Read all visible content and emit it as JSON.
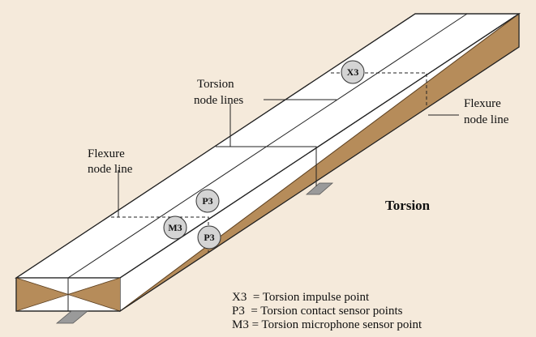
{
  "labels": {
    "torsion_node_lines": [
      "Torsion",
      "node lines"
    ],
    "flexure_right": [
      "Flexure",
      "node line"
    ],
    "flexure_left": [
      "Flexure",
      "node line"
    ],
    "heading": "Torsion"
  },
  "badges": {
    "x3": "X3",
    "p3_top": "P3",
    "m3": "M3",
    "p3_bottom": "P3"
  },
  "legend": [
    "X3  = Torsion impulse point",
    "P3  = Torsion contact sensor points",
    "M3 = Torsion microphone sensor point"
  ],
  "colors": {
    "background": "#f5eadb",
    "twist_fill": "#b68c5a",
    "support_fill": "#9a9a9a",
    "badge_fill": "#d4d4d4"
  }
}
